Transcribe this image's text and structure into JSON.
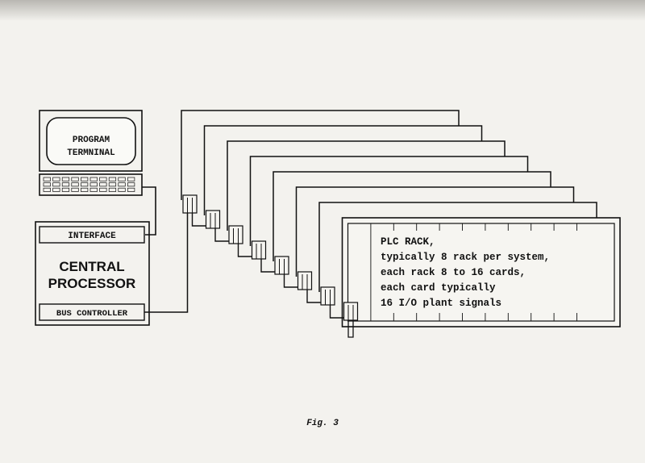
{
  "terminal": {
    "line1": "PROGRAM",
    "line2": "TERMNINAL"
  },
  "processor": {
    "interface_label": "INTERFACE",
    "title_line1": "CENTRAL",
    "title_line2": "PROCESSOR",
    "bus_label": "BUS CONTROLLER"
  },
  "rack": {
    "rack_count": 8,
    "description": [
      "PLC RACK,",
      "typically 8 rack per system,",
      "each rack 8 to 16 cards,",
      "each card typically",
      "16 I/O plant signals"
    ]
  },
  "caption": "Fig. 3"
}
